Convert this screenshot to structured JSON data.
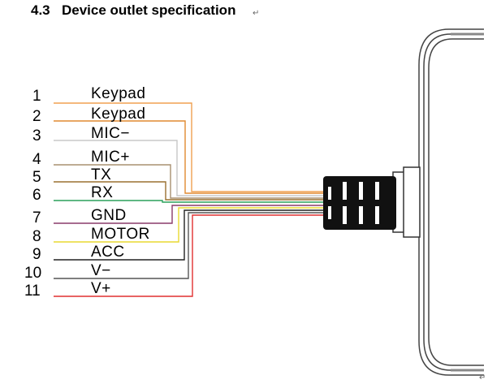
{
  "heading": {
    "number": "4.3",
    "title": "Device outlet specification",
    "return_mark": "↵"
  },
  "colors": {
    "housing_stroke": "#444444",
    "connector_fill": "#111111",
    "background": "#ffffff"
  },
  "pins": [
    {
      "number": "1",
      "label": "Keypad",
      "wire_color": "#f0a050"
    },
    {
      "number": "2",
      "label": "Keypad",
      "wire_color": "#e08a30"
    },
    {
      "number": "3",
      "label": "MIC−",
      "wire_color": "#c8c8c8"
    },
    {
      "number": "4",
      "label": "MIC+",
      "wire_color": "#a89070"
    },
    {
      "number": "5",
      "label": "TX",
      "wire_color": "#9a7030"
    },
    {
      "number": "6",
      "label": "RX",
      "wire_color": "#2aa05a"
    },
    {
      "number": "7",
      "label": "GND",
      "wire_color": "#8a3a6a"
    },
    {
      "number": "8",
      "label": "MOTOR",
      "wire_color": "#e8d830"
    },
    {
      "number": "9",
      "label": "ACC",
      "wire_color": "#222222"
    },
    {
      "number": "10",
      "label": "V−",
      "wire_color": "#555555"
    },
    {
      "number": "11",
      "label": "V+",
      "wire_color": "#e03030"
    }
  ]
}
